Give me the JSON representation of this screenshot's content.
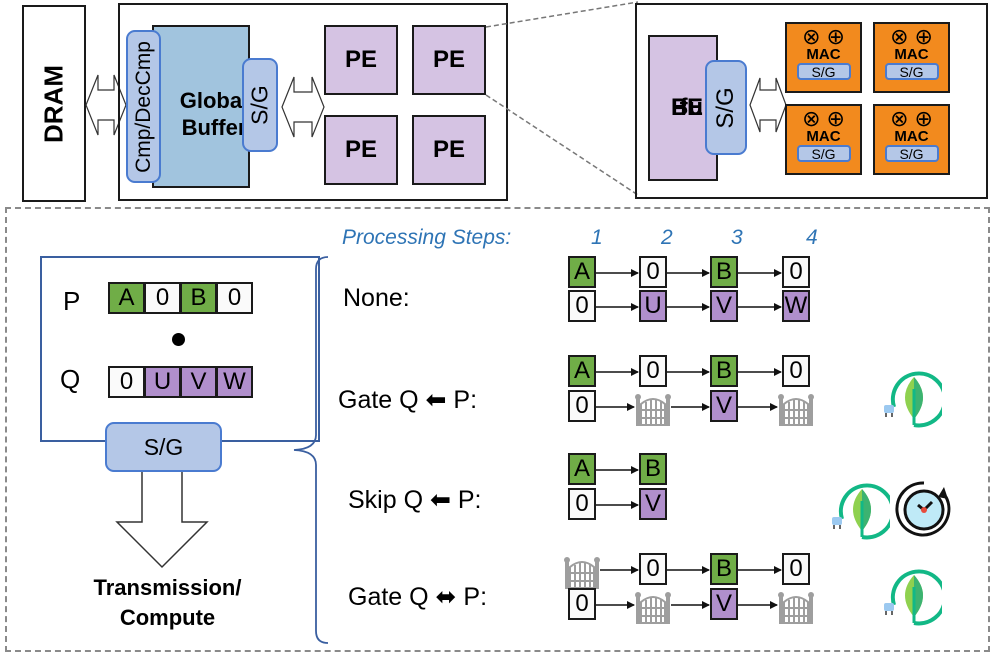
{
  "top": {
    "dram": "DRAM",
    "compressor": "Cmp/DecCmp",
    "global_buffer": "Global Buffer",
    "gb_sg": "S/G",
    "pe_labels": [
      "PE",
      "PE",
      "PE",
      "PE"
    ],
    "pe_buffer": [
      "PE",
      "Bu",
      "f."
    ],
    "pe_sg": "S/G",
    "macs": [
      {
        "ops": "⊗⊕",
        "label": "MAC",
        "sg": "S/G"
      },
      {
        "ops": "⊗⊕",
        "label": "MAC",
        "sg": "S/G"
      },
      {
        "ops": "⊗⊕",
        "label": "MAC",
        "sg": "S/G"
      },
      {
        "ops": "⊗⊕",
        "label": "MAC",
        "sg": "S/G"
      }
    ]
  },
  "vectors": {
    "p_label": "P",
    "q_label": "Q",
    "p": [
      "A",
      "0",
      "B",
      "0"
    ],
    "q": [
      "0",
      "U",
      "V",
      "W"
    ],
    "dot": "•",
    "sg": "S/G",
    "output": [
      "Transmission/",
      "Compute"
    ]
  },
  "steps": {
    "title": "Processing Steps:",
    "numbers": [
      "1",
      "2",
      "3",
      "4"
    ]
  },
  "modes": [
    {
      "label": "None:",
      "top": [
        "A",
        "0",
        "B",
        "0"
      ],
      "bottom": [
        "0",
        "U",
        "V",
        "W"
      ],
      "icons": []
    },
    {
      "label": "Gate Q ⬅ P:",
      "top": [
        "A",
        "0",
        "B",
        "0"
      ],
      "bottom": [
        "0",
        "gate",
        "V",
        "gate"
      ],
      "icons": [
        "energy-leaf-icon"
      ]
    },
    {
      "label": "Skip Q ⬅ P:",
      "top": [
        "A",
        "B"
      ],
      "bottom": [
        "0",
        "V"
      ],
      "icons": [
        "energy-leaf-icon",
        "clock-icon"
      ]
    },
    {
      "label": "Gate Q ⬌ P:",
      "top": [
        "gate",
        "0",
        "B",
        "0"
      ],
      "bottom": [
        "0",
        "gate",
        "V",
        "gate"
      ],
      "icons": [
        "energy-leaf-icon"
      ]
    }
  ],
  "colors": {
    "nonzero_p": "#70ad47",
    "nonzero_q": "#b08fcc",
    "zero": "#fafafa",
    "sg": "#b4c7e7",
    "gbuf": "#a1c4de",
    "pe": "#d5c3e3",
    "mac": "#f28a1e",
    "steps": "#2e74b5"
  }
}
